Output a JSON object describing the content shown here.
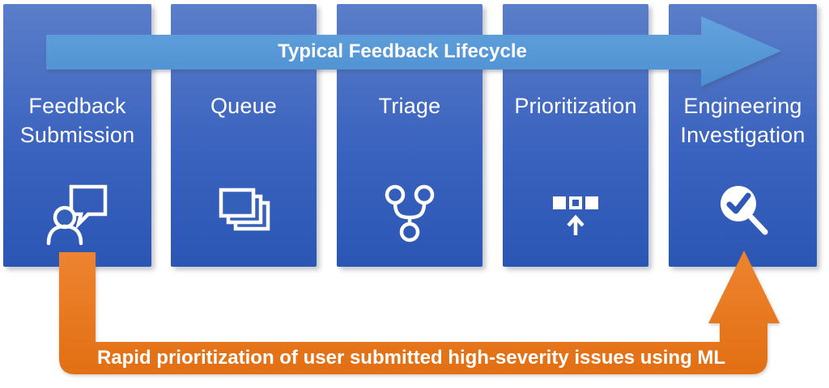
{
  "diagram": {
    "title_arrow": {
      "label": "Typical Feedback Lifecycle"
    },
    "stages": [
      {
        "label": "Feedback Submission",
        "icon": "person-feedback-icon"
      },
      {
        "label": "Queue",
        "icon": "card-stack-icon"
      },
      {
        "label": "Triage",
        "icon": "branch-icon"
      },
      {
        "label": "Prioritization",
        "icon": "priority-up-icon"
      },
      {
        "label": "Engineering Investigation",
        "icon": "magnifier-check-icon"
      }
    ],
    "ml_arrow": {
      "label": "Rapid prioritization of user submitted high-severity issues using ML"
    },
    "colors": {
      "panel_gradient_top": "#5b7ec9",
      "panel_gradient_bottom": "#2c56b4",
      "lifecycle_arrow_blue": "#579ad6",
      "ml_arrow_orange": "#e8771f",
      "label_text": "#ffffff"
    }
  }
}
